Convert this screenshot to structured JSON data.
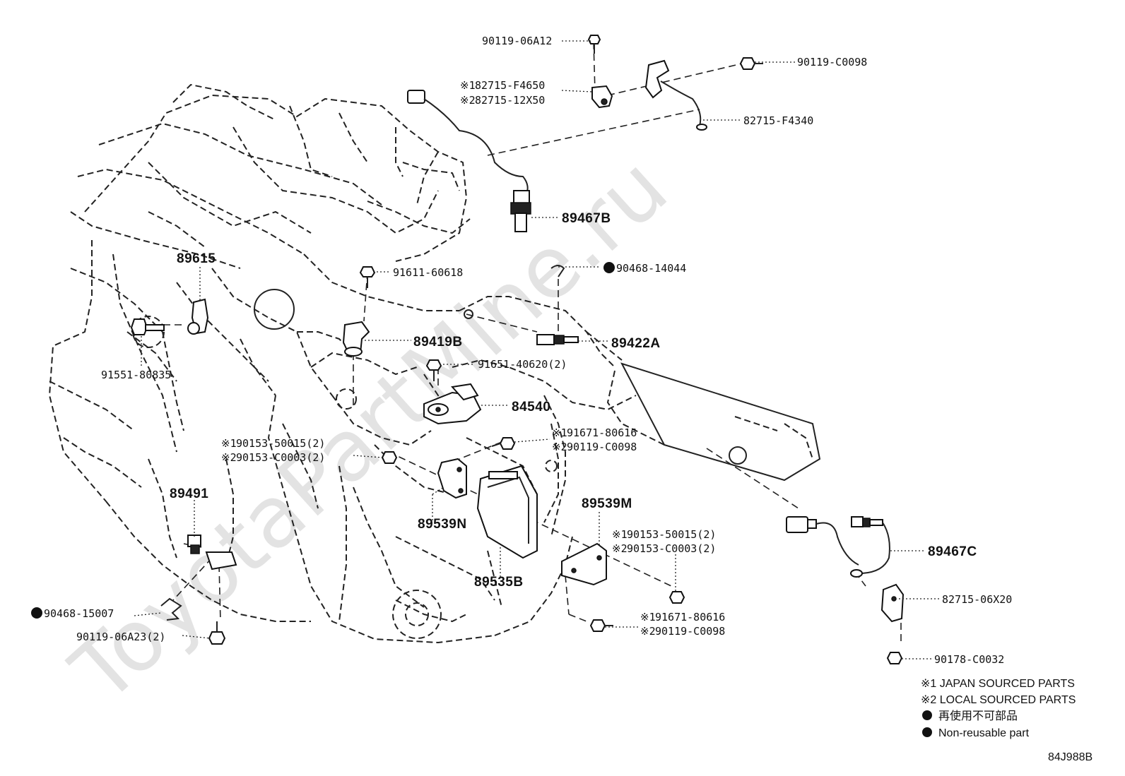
{
  "watermark": "ToyotaPartMine.ru",
  "diagram_code": "84J988B",
  "parts": {
    "p_90119_06A12": "90119-06A12",
    "p_82715_F4650": "82715-F4650",
    "p_82715_12X50": "82715-12X50",
    "p_90119_C0098_top": "90119-C0098",
    "p_82715_F4340": "82715-F4340",
    "p_89467B": "89467B",
    "p_89615": "89615",
    "p_91611_60618": "91611-60618",
    "p_90468_14044": "90468-14044",
    "p_89419B": "89419B",
    "p_89422A": "89422A",
    "p_91551_80835": "91551-80835",
    "p_91651_40620": "91651-40620(2)",
    "p_84540": "84540",
    "p_91671_80616_a": "91671-80616",
    "p_90119_C0098_a": "90119-C0098",
    "p_90153_50015_a": "90153-50015(2)",
    "p_90153_C0003_a": "90153-C0003(2)",
    "p_89491": "89491",
    "p_89539N": "89539N",
    "p_89539M": "89539M",
    "p_90153_50015_b": "90153-50015(2)",
    "p_90153_C0003_b": "90153-C0003(2)",
    "p_89467C": "89467C",
    "p_89535B": "89535B",
    "p_82715_06X20": "82715-06X20",
    "p_90468_15007": "90468-15007",
    "p_91671_80616_b": "91671-80616",
    "p_90119_C0098_b": "90119-C0098",
    "p_90119_06A23": "90119-06A23(2)",
    "p_90178_C0032": "90178-C0032"
  },
  "markers": {
    "m1": "※1",
    "m2": "※2"
  },
  "legend": {
    "japan": "※1 JAPAN SOURCED PARTS",
    "local": "※2 LOCAL SOURCED PARTS",
    "jp_nonreusable": "再使用不可部品",
    "nonreusable": "Non-reusable part"
  },
  "colors": {
    "ink": "#111111",
    "watermark": "#e3e3e3",
    "background": "#ffffff"
  }
}
